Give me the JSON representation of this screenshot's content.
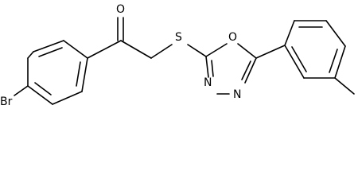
{
  "molecule": {
    "atoms": {
      "bromine": "Br",
      "carbonyl_oxygen": "O",
      "thioether_sulfur": "S",
      "ring_oxygen": "O",
      "ring_nitrogen_a": "N",
      "ring_nitrogen_b": "N"
    }
  }
}
